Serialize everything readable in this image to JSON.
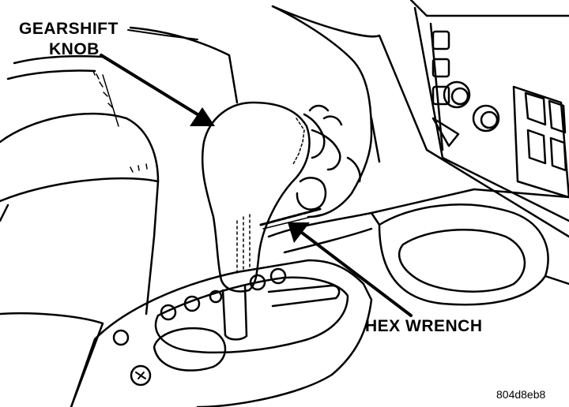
{
  "labels": {
    "gearshift_knob_line1": "GEARSHIFT",
    "gearshift_knob_line2": "KNOB",
    "hex_wrench": "HEX WRENCH",
    "figure_code": "804d8eb8"
  },
  "colors": {
    "ink": "#000000",
    "paper": "#ffffff"
  }
}
